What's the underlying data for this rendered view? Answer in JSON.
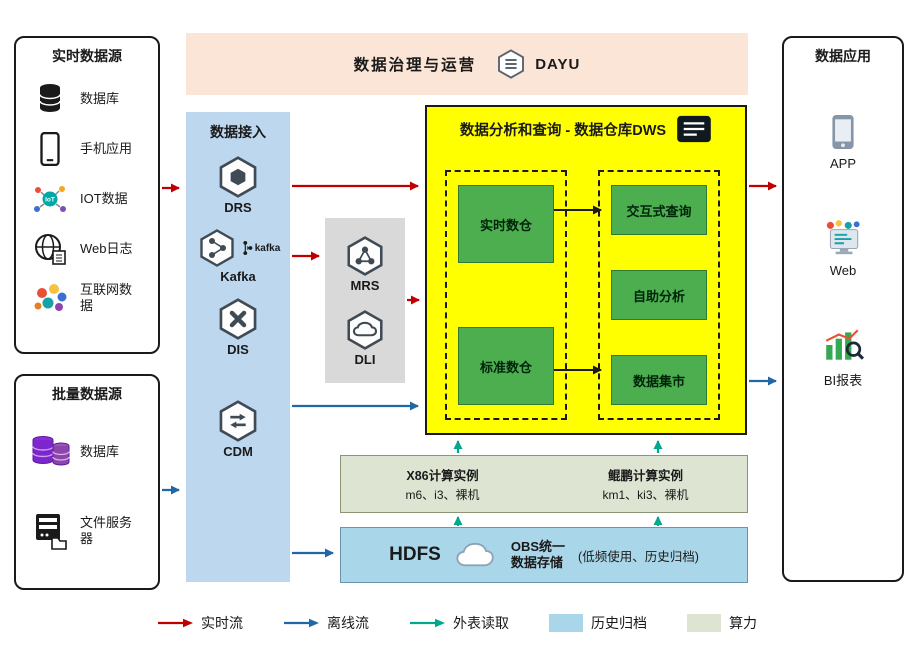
{
  "banner": {
    "title": "数据治理与运营",
    "logo_label": "DAYU"
  },
  "realtime_sources": {
    "title": "实时数据源",
    "items": [
      {
        "label": "数据库",
        "icon": "database-icon"
      },
      {
        "label": "手机应用",
        "icon": "phone-icon"
      },
      {
        "label": "IOT数据",
        "icon": "iot-icon"
      },
      {
        "label": "Web日志",
        "icon": "globe-log-icon"
      },
      {
        "label": "互联网数据",
        "icon": "internet-data-icon"
      }
    ]
  },
  "batch_sources": {
    "title": "批量数据源",
    "items": [
      {
        "label": "数据库",
        "icon": "database-purple-icon"
      },
      {
        "label": "文件服务器",
        "icon": "file-server-icon"
      }
    ]
  },
  "ingestion": {
    "title": "数据接入",
    "items": [
      {
        "label": "DRS"
      },
      {
        "label": "Kafka"
      },
      {
        "label": "DIS"
      },
      {
        "label": "CDM"
      }
    ],
    "kafka_logo_text": "kafka"
  },
  "processing": {
    "items": [
      {
        "label": "MRS"
      },
      {
        "label": "DLI"
      }
    ]
  },
  "dws": {
    "title": "数据分析和查询 - 数据仓库DWS",
    "warehouses": [
      {
        "label": "实时数仓"
      },
      {
        "label": "标准数仓"
      }
    ],
    "services": [
      {
        "label": "交互式查询"
      },
      {
        "label": "自助分析"
      },
      {
        "label": "数据集市"
      }
    ]
  },
  "compute_instances": {
    "x86_title": "X86计算实例",
    "x86_specs": "m6、i3、裸机",
    "kunpeng_title": "鲲鹏计算实例",
    "kunpeng_specs": "km1、ki3、裸机"
  },
  "storage": {
    "hdfs_label": "HDFS",
    "obs_line1": "OBS统一",
    "obs_line2": "数据存储",
    "note": "(低频使用、历史归档)"
  },
  "applications": {
    "title": "数据应用",
    "items": [
      {
        "label": "APP",
        "icon": "app-phone-icon"
      },
      {
        "label": "Web",
        "icon": "web-monitor-icon"
      },
      {
        "label": "BI报表",
        "icon": "bi-report-icon"
      }
    ]
  },
  "legend": {
    "realtime_flow": "实时流",
    "offline_flow": "离线流",
    "external_read": "外表读取",
    "history_archive": "历史归档",
    "compute_power": "算力"
  },
  "colors": {
    "realtime_arrow": "#c00000",
    "offline_arrow": "#2166a5",
    "external_arrow": "#00a98c",
    "banner_bg": "#fbe5d6",
    "ingestion_bg": "#bdd7ee",
    "processing_bg": "#d9d9d9",
    "dws_bg": "#ffff00",
    "warehouse_green": "#4cae4f",
    "compute_bg": "#dde5d2",
    "storage_bg": "#a9d6e8"
  }
}
